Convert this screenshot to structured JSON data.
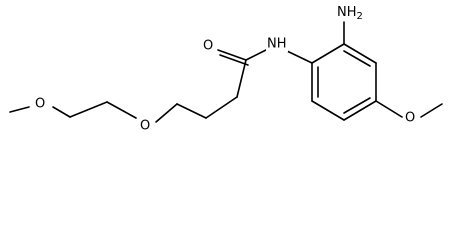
{
  "molecule": {
    "labels": {
      "amine": "NH",
      "amine_subscript": "2",
      "amide_nh": "NH",
      "carbonyl_o": "O",
      "ether_o1": "O",
      "ether_o2": "O",
      "ring_methoxy_o": "O"
    }
  },
  "colors": {
    "bond": "#000000",
    "background": "#ffffff"
  }
}
